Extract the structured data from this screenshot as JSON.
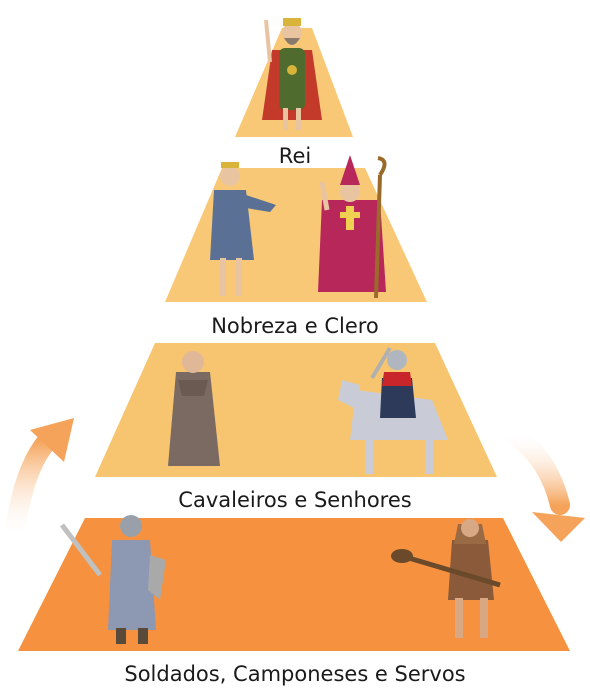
{
  "pyramid": {
    "tiers": [
      {
        "label": "Rei",
        "figures": [
          "king"
        ]
      },
      {
        "label": "Nobreza e Clero",
        "figures": [
          "noble",
          "bishop"
        ]
      },
      {
        "label": "Cavaleiros e Senhores",
        "figures": [
          "monk",
          "knight-on-horse"
        ]
      },
      {
        "label": "Soldados, Camponeses e Servos",
        "figures": [
          "soldier",
          "peasant"
        ]
      }
    ],
    "colors": {
      "tier_light": "#f9c877",
      "tier_mid": "#f7bd66",
      "tier_base": "#f6923f",
      "arrow": "#f5a35a"
    }
  }
}
